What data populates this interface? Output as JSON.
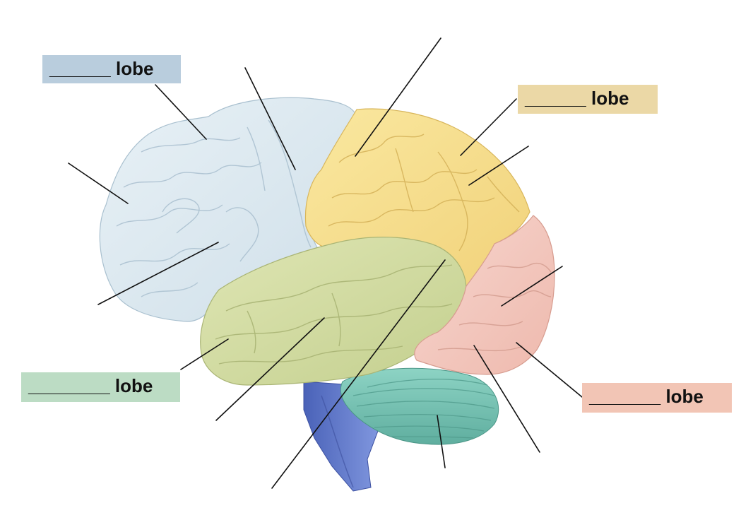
{
  "labels": {
    "frontal": {
      "text": "______ lobe",
      "color": "#b9cddd"
    },
    "parietal": {
      "text": "______ lobe",
      "color": "#ebd8a6"
    },
    "temporal": {
      "text": "________ lobe",
      "color": "#bcdcc4"
    },
    "occipital": {
      "text": "_______ lobe",
      "color": "#f2c5b5"
    }
  },
  "regions": {
    "frontal": "#dde9f1",
    "parietal": "#f6df8e",
    "temporal": "#d5dca8",
    "occipital": "#f3cbc3",
    "cerebellum": "#7fc9b9",
    "brainstem": "#5878c8"
  }
}
